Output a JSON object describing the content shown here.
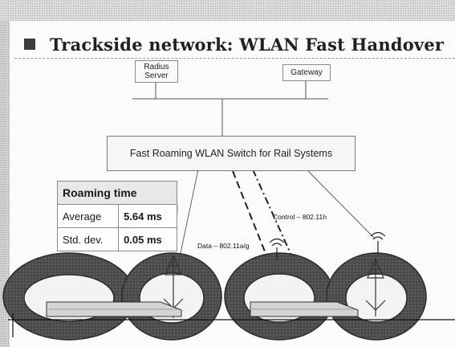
{
  "title": "Trackside network: WLAN Fast Handover",
  "nodes": {
    "radius_server": [
      "Radius",
      "Server"
    ],
    "gateway": "Gateway",
    "switch": "Fast Roaming WLAN Switch for Rail Systems"
  },
  "roaming_table": {
    "header": "Roaming time",
    "rows": [
      {
        "label": "Average",
        "value": "5.64 ms"
      },
      {
        "label": "Std. dev.",
        "value": "0.05 ms"
      }
    ]
  },
  "links": {
    "control": "Control – 802.11h",
    "data": "Data – 802.11a/g"
  },
  "icons": [
    "access-point-icon",
    "transmission-tower-icon",
    "train-icon"
  ],
  "colors": {
    "ring": "#4e4e4e",
    "ring_edge": "#2a2a2a",
    "train": "#d4d4d4",
    "box_border": "#8a8a8a"
  }
}
